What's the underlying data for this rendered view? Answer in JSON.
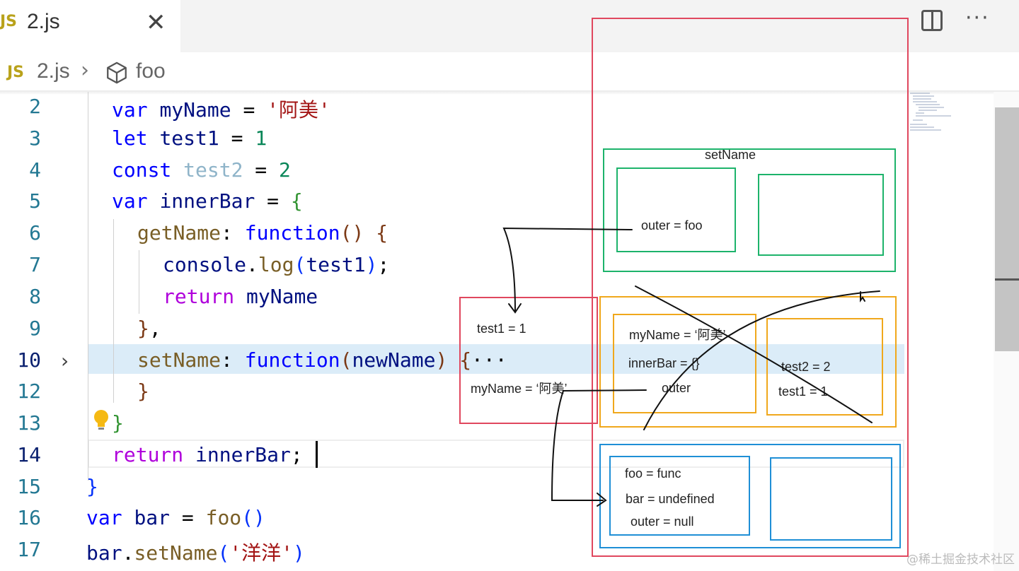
{
  "tab": {
    "badge": "JS",
    "label": "2.js",
    "close": "✕"
  },
  "toolbar": {
    "split_icon": "split-editor-icon",
    "more": "···"
  },
  "breadcrumb": {
    "badge": "JS",
    "file": "2.js",
    "separator": "›",
    "symbol_icon": "cube-icon",
    "symbol": "foo"
  },
  "editor": {
    "line_numbers": [
      "2",
      "3",
      "4",
      "5",
      "6",
      "7",
      "8",
      "9",
      "10",
      "12",
      "13",
      "14",
      "15",
      "16",
      "17"
    ],
    "highlighted_line": "10",
    "fold_icon": "chevron-right-icon",
    "lightbulb_icon": "lightbulb-icon",
    "lines": [
      [
        {
          "t": "var ",
          "c": "kw"
        },
        {
          "t": "myName",
          "c": "id"
        },
        {
          "t": " = ",
          "c": "plain"
        },
        {
          "t": "'阿美'",
          "c": "str"
        }
      ],
      [
        {
          "t": "let ",
          "c": "kw"
        },
        {
          "t": "test1",
          "c": "id"
        },
        {
          "t": " = ",
          "c": "plain"
        },
        {
          "t": "1",
          "c": "num"
        }
      ],
      [
        {
          "t": "const ",
          "c": "kw"
        },
        {
          "t": "test2",
          "c": "dim"
        },
        {
          "t": " = ",
          "c": "plain"
        },
        {
          "t": "2",
          "c": "num"
        }
      ],
      [
        {
          "t": "var ",
          "c": "kw"
        },
        {
          "t": "innerBar",
          "c": "id"
        },
        {
          "t": " = ",
          "c": "plain"
        },
        {
          "t": "{",
          "c": "br2"
        }
      ],
      [
        {
          "t": "getName",
          "c": "fn"
        },
        {
          "t": ": ",
          "c": "plain"
        },
        {
          "t": "function",
          "c": "kw"
        },
        {
          "t": "() ",
          "c": "br3"
        },
        {
          "t": "{",
          "c": "br3"
        }
      ],
      [
        {
          "t": "console",
          "c": "id"
        },
        {
          "t": ".",
          "c": "plain"
        },
        {
          "t": "log",
          "c": "fn"
        },
        {
          "t": "(",
          "c": "br1"
        },
        {
          "t": "test1",
          "c": "id"
        },
        {
          "t": ")",
          "c": "br1"
        },
        {
          "t": ";",
          "c": "plain"
        }
      ],
      [
        {
          "t": "return ",
          "c": "ctl"
        },
        {
          "t": "myName",
          "c": "id"
        }
      ],
      [
        {
          "t": "}",
          "c": "br3"
        },
        {
          "t": ",",
          "c": "plain"
        }
      ],
      [
        {
          "t": "setName",
          "c": "fn"
        },
        {
          "t": ": ",
          "c": "plain"
        },
        {
          "t": "function",
          "c": "kw"
        },
        {
          "t": "(",
          "c": "br3"
        },
        {
          "t": "newName",
          "c": "id"
        },
        {
          "t": ") ",
          "c": "br3"
        },
        {
          "t": "{",
          "c": "br3"
        },
        {
          "t": "···",
          "c": "plain"
        }
      ],
      [
        {
          "t": "}",
          "c": "br3"
        }
      ],
      [
        {
          "t": "}",
          "c": "br2"
        }
      ],
      [
        {
          "t": "return ",
          "c": "ctl"
        },
        {
          "t": "innerBar",
          "c": "id"
        },
        {
          "t": ";",
          "c": "plain"
        }
      ],
      [
        {
          "t": "}",
          "c": "br1"
        }
      ],
      [
        {
          "t": "var ",
          "c": "kw"
        },
        {
          "t": "bar",
          "c": "id"
        },
        {
          "t": " = ",
          "c": "plain"
        },
        {
          "t": "foo",
          "c": "fn"
        },
        {
          "t": "()",
          "c": "br1"
        }
      ],
      [
        {
          "t": "bar",
          "c": "id"
        },
        {
          "t": ".",
          "c": "plain"
        },
        {
          "t": "setName",
          "c": "fn"
        },
        {
          "t": "(",
          "c": "br1"
        },
        {
          "t": "'洋洋'",
          "c": "str"
        },
        {
          "t": ")",
          "c": "br1"
        }
      ]
    ]
  },
  "diagram": {
    "colors": {
      "stack": "#e0475e",
      "setname_ctx": "#1db36b",
      "foo_ctx": "#f0a81c",
      "global_ctx": "#1f8fd6",
      "ink": "#111111"
    },
    "setname_title": "setName",
    "setname_outer": "outer = foo",
    "closure_test1": "test1 = 1",
    "closure_myname": "myName = ‘阿美’",
    "foo_myname": "myName = ‘阿美’",
    "foo_innerbar": "innerBar = {}",
    "foo_outer": "outer",
    "foo_test2": "test2 = 2",
    "foo_test1": "test1 = 1",
    "global_foo": "foo = func",
    "global_bar": "bar = undefined",
    "global_outer": "outer = null"
  },
  "watermark": "@稀土掘金技术社区"
}
